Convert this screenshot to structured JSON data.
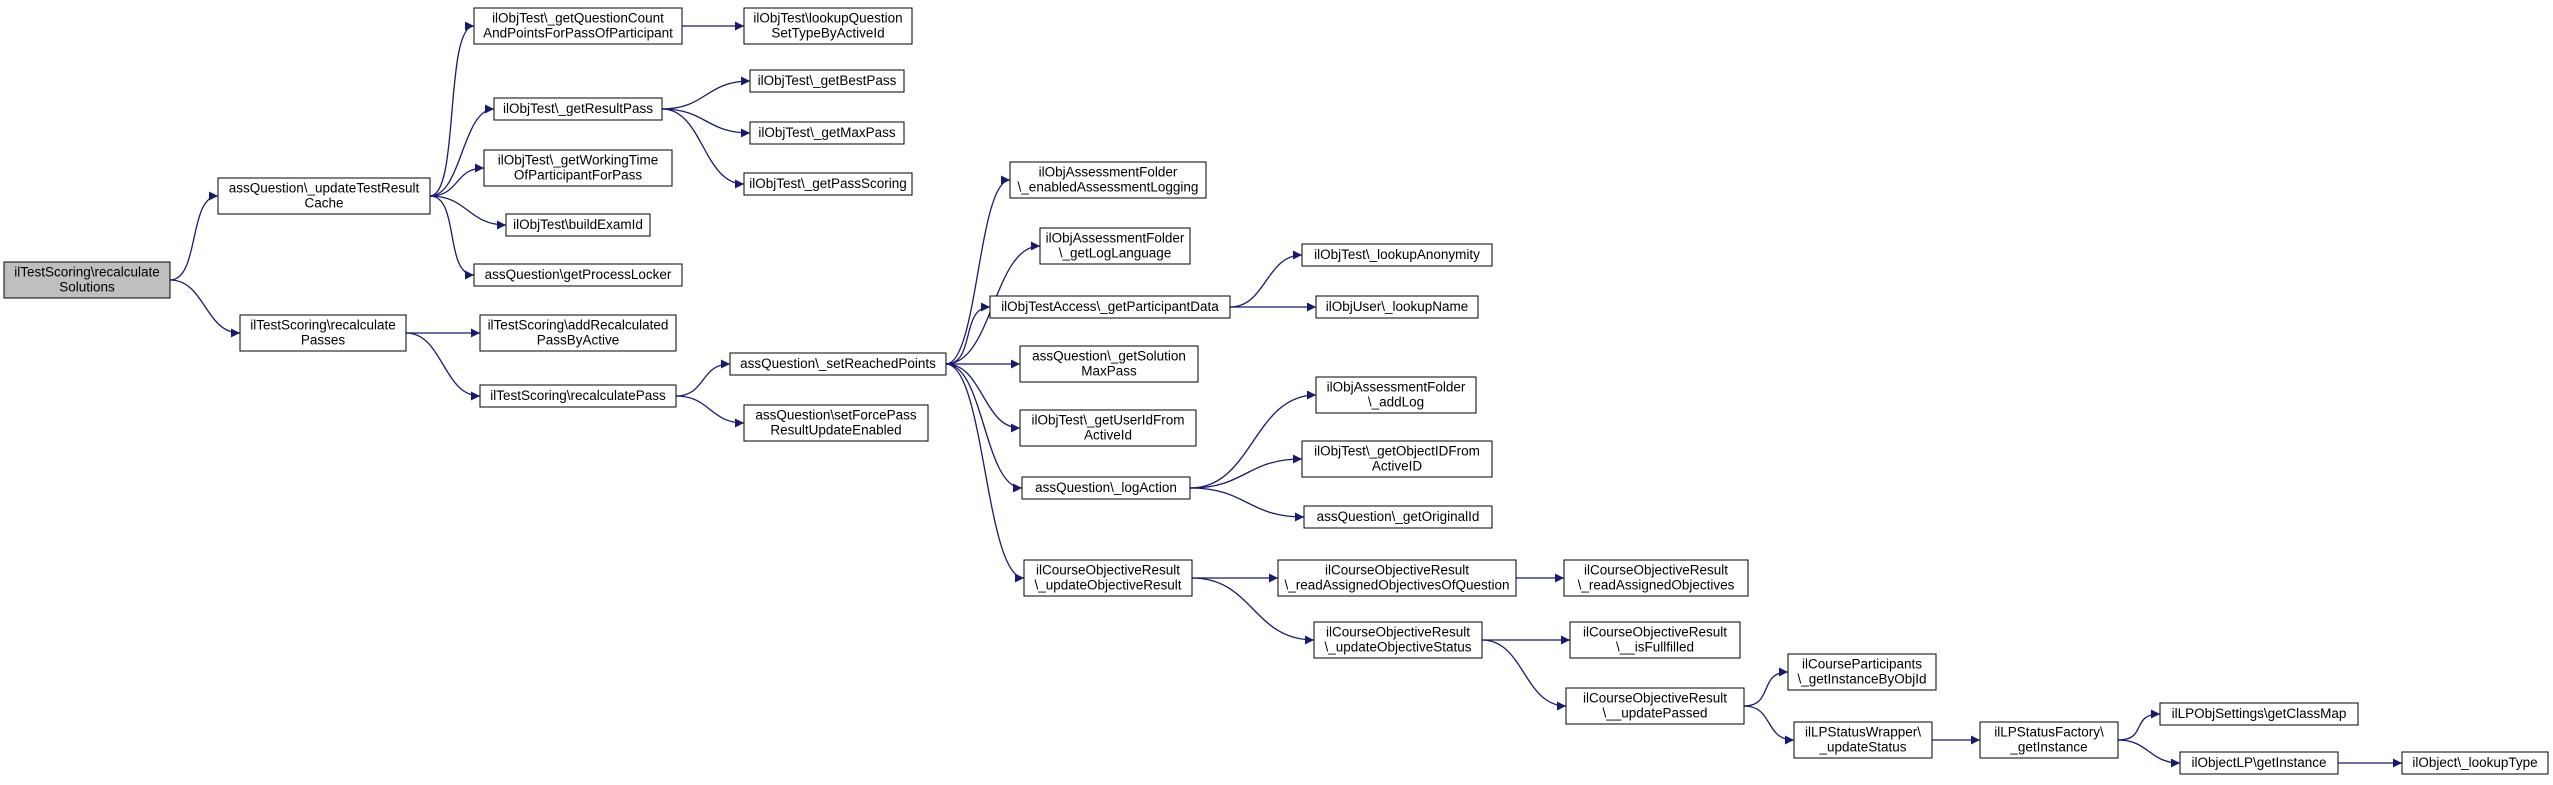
{
  "colors": {
    "edge": "#191970",
    "node_border": "#000000",
    "node_fill": "#ffffff",
    "root_fill": "#bfbfbf"
  },
  "nodes": [
    {
      "id": "root",
      "lines": [
        "ilTestScoring\\recalculate",
        "Solutions"
      ],
      "highlight": true
    },
    {
      "id": "utrc",
      "lines": [
        "assQuestion\\_updateTestResult",
        "Cache"
      ]
    },
    {
      "id": "rcp",
      "lines": [
        "ilTestScoring\\recalculate",
        "Passes"
      ]
    },
    {
      "id": "gqc",
      "lines": [
        "ilObjTest\\_getQuestionCount",
        "AndPointsForPassOfParticipant"
      ]
    },
    {
      "id": "grp",
      "lines": [
        "ilObjTest\\_getResultPass"
      ]
    },
    {
      "id": "gwt",
      "lines": [
        "ilObjTest\\_getWorkingTime",
        "OfParticipantForPass"
      ]
    },
    {
      "id": "bei",
      "lines": [
        "ilObjTest\\buildExamId"
      ]
    },
    {
      "id": "gpl",
      "lines": [
        "assQuestion\\getProcessLocker"
      ]
    },
    {
      "id": "arp",
      "lines": [
        "ilTestScoring\\addRecalculated",
        "PassByActive"
      ]
    },
    {
      "id": "rcpass",
      "lines": [
        "ilTestScoring\\recalculatePass"
      ]
    },
    {
      "id": "lqst",
      "lines": [
        "ilObjTest\\lookupQuestion",
        "SetTypeByActiveId"
      ]
    },
    {
      "id": "gbp",
      "lines": [
        "ilObjTest\\_getBestPass"
      ]
    },
    {
      "id": "gmp",
      "lines": [
        "ilObjTest\\_getMaxPass"
      ]
    },
    {
      "id": "gps",
      "lines": [
        "ilObjTest\\_getPassScoring"
      ]
    },
    {
      "id": "srp",
      "lines": [
        "assQuestion\\_setReachedPoints"
      ]
    },
    {
      "id": "sfp",
      "lines": [
        "assQuestion\\setForcePass",
        "ResultUpdateEnabled"
      ]
    },
    {
      "id": "eal",
      "lines": [
        "ilObjAssessmentFolder",
        "\\_enabledAssessmentLogging"
      ]
    },
    {
      "id": "gll",
      "lines": [
        "ilObjAssessmentFolder",
        "\\_getLogLanguage"
      ]
    },
    {
      "id": "gpd",
      "lines": [
        "ilObjTestAccess\\_getParticipantData"
      ]
    },
    {
      "id": "gsmp",
      "lines": [
        "assQuestion\\_getSolution",
        "MaxPass"
      ]
    },
    {
      "id": "guid",
      "lines": [
        "ilObjTest\\_getUserIdFrom",
        "ActiveId"
      ]
    },
    {
      "id": "lact",
      "lines": [
        "assQuestion\\_logAction"
      ]
    },
    {
      "id": "uor",
      "lines": [
        "ilCourseObjectiveResult",
        "\\_updateObjectiveResult"
      ]
    },
    {
      "id": "lanon",
      "lines": [
        "ilObjTest\\_lookupAnonymity"
      ]
    },
    {
      "id": "lname",
      "lines": [
        "ilObjUser\\_lookupName"
      ]
    },
    {
      "id": "alog",
      "lines": [
        "ilObjAssessmentFolder",
        "\\_addLog"
      ]
    },
    {
      "id": "goid",
      "lines": [
        "ilObjTest\\_getObjectIDFrom",
        "ActiveID"
      ]
    },
    {
      "id": "goi",
      "lines": [
        "assQuestion\\_getOriginalId"
      ]
    },
    {
      "id": "raoq",
      "lines": [
        "ilCourseObjectiveResult",
        "\\_readAssignedObjectivesOfQuestion"
      ]
    },
    {
      "id": "uos",
      "lines": [
        "ilCourseObjectiveResult",
        "\\_updateObjectiveStatus"
      ]
    },
    {
      "id": "rao",
      "lines": [
        "ilCourseObjectiveResult",
        "\\_readAssignedObjectives"
      ]
    },
    {
      "id": "isf",
      "lines": [
        "ilCourseObjectiveResult",
        "\\__isFullfilled"
      ]
    },
    {
      "id": "upd",
      "lines": [
        "ilCourseObjectiveResult",
        "\\__updatePassed"
      ]
    },
    {
      "id": "gibo",
      "lines": [
        "ilCourseParticipants",
        "\\_getInstanceByObjId"
      ]
    },
    {
      "id": "lpsw",
      "lines": [
        "ilLPStatusWrapper\\",
        "_updateStatus"
      ]
    },
    {
      "id": "lpsf",
      "lines": [
        "ilLPStatusFactory\\",
        "_getInstance"
      ]
    },
    {
      "id": "gcm",
      "lines": [
        "ilLPObjSettings\\getClassMap"
      ]
    },
    {
      "id": "olpgi",
      "lines": [
        "ilObjectLP\\getInstance"
      ]
    },
    {
      "id": "lty",
      "lines": [
        "ilObject\\_lookupType"
      ]
    }
  ],
  "edges": [
    [
      "root",
      "utrc"
    ],
    [
      "root",
      "rcp"
    ],
    [
      "utrc",
      "gqc"
    ],
    [
      "utrc",
      "grp"
    ],
    [
      "utrc",
      "gwt"
    ],
    [
      "utrc",
      "bei"
    ],
    [
      "utrc",
      "gpl"
    ],
    [
      "rcp",
      "arp"
    ],
    [
      "rcp",
      "rcpass"
    ],
    [
      "gqc",
      "lqst"
    ],
    [
      "grp",
      "gbp"
    ],
    [
      "grp",
      "gmp"
    ],
    [
      "grp",
      "gps"
    ],
    [
      "rcpass",
      "srp"
    ],
    [
      "rcpass",
      "sfp"
    ],
    [
      "srp",
      "eal"
    ],
    [
      "srp",
      "gll"
    ],
    [
      "srp",
      "gpd"
    ],
    [
      "srp",
      "gsmp"
    ],
    [
      "srp",
      "guid"
    ],
    [
      "srp",
      "lact"
    ],
    [
      "srp",
      "uor"
    ],
    [
      "gpd",
      "lanon"
    ],
    [
      "gpd",
      "lname"
    ],
    [
      "lact",
      "alog"
    ],
    [
      "lact",
      "goid"
    ],
    [
      "lact",
      "goi"
    ],
    [
      "uor",
      "raoq"
    ],
    [
      "uor",
      "uos"
    ],
    [
      "raoq",
      "rao"
    ],
    [
      "uos",
      "isf"
    ],
    [
      "uos",
      "upd"
    ],
    [
      "upd",
      "gibo"
    ],
    [
      "upd",
      "lpsw"
    ],
    [
      "lpsw",
      "lpsf"
    ],
    [
      "lpsf",
      "gcm"
    ],
    [
      "lpsf",
      "olpgi"
    ],
    [
      "olpgi",
      "lty"
    ]
  ]
}
